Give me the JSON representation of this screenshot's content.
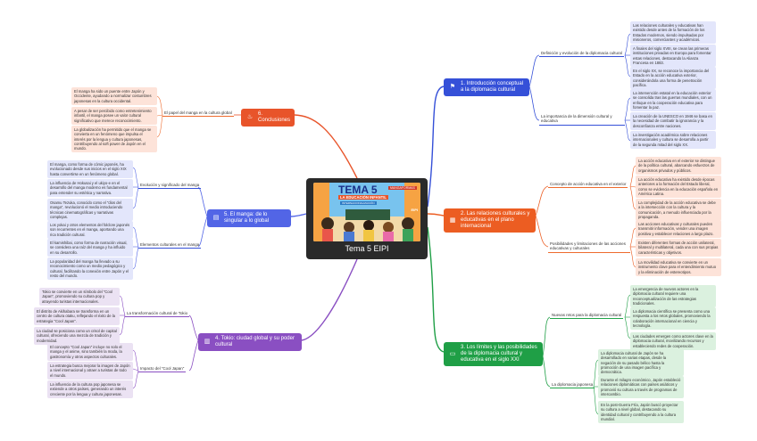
{
  "center": {
    "title": "Tema 5 EIPI",
    "image": {
      "title": "TEMA 5",
      "subtitle": "LA EDUCACIÓN INFANTIL",
      "tag": "MANGAFORMAS",
      "tag2": "INTERNACIONALIZACIÓN",
      "corner": "EIPI"
    }
  },
  "branches": [
    {
      "title": "1. Introducción conceptual a la diplomacia cultural",
      "color": "#3550d8",
      "icon": "flag-icon",
      "subs": [
        {
          "title": "Definición y evolución de la diplomacia cultural",
          "leaves": [
            "Las relaciones culturales y educativas han existido desde antes de la formación de los Estados modernos, siendo impulsadas por misioneros, comerciantes y académicos.",
            "A finales del siglo XVIII, se crean las primeras instituciones privadas en Europa para fomentar estas relaciones, destacando la Alianza Francesa en 1883.",
            "En el siglo XX, se reconoce la importancia del Estado en la acción educativa exterior, considerándola una forma de penetración pacífica."
          ]
        },
        {
          "title": "La importancia de la dimensión cultural y educativa",
          "leaves": [
            "La intervención estatal en la educación exterior se consolida tras las guerras mundiales, con un enfoque en la cooperación educativa para fomentar la paz.",
            "La creación de la UNESCO en 1946 se basa en la necesidad de combatir la ignorancia y la desconfianza entre naciones.",
            "La investigación académica sobre relaciones internacionales y cultura se desarrolla a partir de la segunda mitad del siglo XX."
          ]
        }
      ]
    },
    {
      "title": "2. Las relaciones culturales y educativas en el plano internacional",
      "color": "#ec5d22",
      "icon": "chart-icon",
      "subs": [
        {
          "title": "Concepto de acción educativa en el exterior",
          "leaves": [
            "La acción educativa en el exterior se distingue de la política cultural, abarcando esfuerzos de organismos privados y públicos.",
            "La acción educativa ha existido desde épocas anteriores a la formación del Estado liberal, como se evidencia en la educación española en América Latina.",
            "La complejidad de la acción educativa se debe a la intersección con la cultura y la comunicación, a menudo influenciada por la propaganda."
          ]
        },
        {
          "title": "Posibilidades y limitaciones de las acciones educativas y culturales",
          "leaves": [
            "Las acciones educativas y culturales pueden transmitir información, vender una imagen positiva y establecer relaciones a largo plazo.",
            "Existen diferentes formas de acción unilateral, bilateral y multilateral, cada una con sus propias características y objetivos.",
            "La movilidad educativa se convierte en un instrumento clave para el entendimiento mutuo y la eliminación de estereotipos."
          ]
        }
      ]
    },
    {
      "title": "3. Los límites y las posibilidades de la diplomacia cultural y educativa en el siglo XXI",
      "color": "#1f9f46",
      "icon": "screen-icon",
      "subs": [
        {
          "title": "Nuevas retos para la diplomacia cultural",
          "leaves": [
            "La emergencia de nuevos actores en la diplomacia cultural requiere una reconceptualización de las estrategias tradicionales.",
            "La diplomacia científica se presenta como una respuesta a los retos globales, promoviendo la colaboración internacional en ciencia y tecnología.",
            "Las ciudades emergen como actores clave en la diplomacia cultural, movilizando recursos y estableciendo redes de cooperación."
          ]
        },
        {
          "title": "La diplomacia japonesa",
          "leaves": [
            "La diplomacia cultural de Japón se ha desarrollado en varias etapas, desde la negación de su pasado bélico hasta la promoción de una imagen pacífica y democrática.",
            "Durante el milagro económico, Japón estableció relaciones diplomáticas con países asiáticos y promovió su cultura a través de programas de intercambio.",
            "En la post-Guerra Fría, Japón buscó proyectar su cultura a nivel global, destacando su identidad cultural y contribuyendo a la cultura mundial."
          ]
        }
      ]
    },
    {
      "title": "4. Tokio: ciudad global y su poder cultural",
      "color": "#8a4fc2",
      "icon": "city-icon",
      "subs": [
        {
          "title": "La transformación cultural de Tokio",
          "leaves": [
            "Tokio se convierte en un símbolo del \"Cool Japan\", promoviendo su cultura pop y atrayendo turistas internacionales.",
            "El distrito de Akihabara se transforma en un centro de cultura otaku, reflejando el éxito de la estrategia \"Cool Japan\".",
            "La ciudad se posiciona como un crisol de capital cultural, ofreciendo una mezcla de tradición y modernidad."
          ]
        },
        {
          "title": "Impacto del \"Cool Japan\"",
          "leaves": [
            "El concepto \"Cool Japan\" incluye no solo el manga y el anime, sino también la moda, la gastronomía y otros aspectos culturales.",
            "La estrategia busca mejorar la imagen de Japón a nivel internacional y atraer a turistas de todo el mundo.",
            "La influencia de la cultura pop japonesa se extiende a otros países, generando un interés creciente por la lengua y cultura japonesas."
          ]
        }
      ]
    },
    {
      "title": "5. El manga: de lo singular a lo global",
      "color": "#5265e6",
      "icon": "book-icon",
      "subs": [
        {
          "title": "Evolución y significado del manga",
          "leaves": [
            "El manga, como forma de cómic japonés, ha evolucionado desde sus inicios en el siglo XIX hasta convertirse en un fenómeno global.",
            "La influencia de Hokusai y el ukiyo-e en el desarrollo del manga moderno es fundamental para entender su estética y narrativa.",
            "Osamu Tezuka, conocido como el \"dios del manga\", revolucionó el medio introduciendo técnicas cinematográficas y narrativas complejas."
          ]
        },
        {
          "title": "Elementos culturales en el manga",
          "leaves": [
            "Los yokai y otros elementos del folclore japonés son recurrentes en el manga, aportando una rica tradición cultural.",
            "El kamishibai, como forma de narración visual, se considera una raíz del manga y ha influido en su desarrollo.",
            "La popularidad del manga ha llevado a su reconocimiento como un medio pedagógico y cultural, facilitando la conexión entre Japón y el resto del mundo."
          ]
        }
      ]
    },
    {
      "title": "6. Conclusiones",
      "color": "#e8542a",
      "icon": "fire-icon",
      "subs": [
        {
          "title": "El papel del manga en la cultura global",
          "leaves": [
            "El manga ha sido un puente entre Japón y Occidente, ayudando a normalizar costumbres japonesas en la cultura occidental.",
            "A pesar de ser percibido como entretenimiento infantil, el manga posee un valor cultural significativo que merece reconocimiento.",
            "La globalización ha permitido que el manga se convierta en un fenómeno que impulsa el interés por la lengua y cultura japonesas, contribuyendo al soft power de Japón en el mundo."
          ]
        }
      ]
    }
  ]
}
